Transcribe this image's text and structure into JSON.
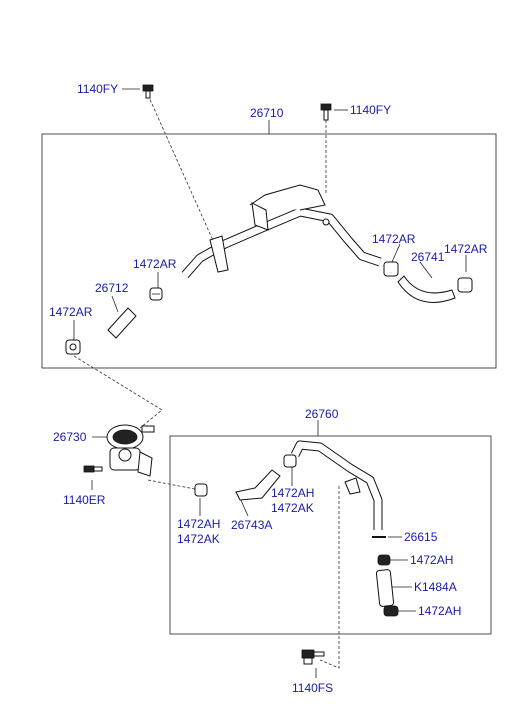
{
  "labels": {
    "p1140FY_top": "1140FY",
    "p1140FY_right": "1140FY",
    "p26710": "26710",
    "p1472AR_a": "1472AR",
    "p1472AR_b": "1472AR",
    "p1472AR_c": "1472AR",
    "p1472AR_d": "1472AR",
    "p26741": "26741",
    "p26712": "26712",
    "p26730": "26730",
    "p1140ER": "1140ER",
    "p26760": "26760",
    "p1472AH_a": "1472AH",
    "p1472AK_a": "1472AK",
    "p26743A": "26743A",
    "p1472AH_b": "1472AH",
    "p1472AK_b": "1472AK",
    "p26615": "26615",
    "p1472AH_c": "1472AH",
    "pK1484A": "K1484A",
    "p1472AH_d": "1472AH",
    "p1140FS": "1140FS"
  },
  "colors": {
    "label": "#1a1aa8",
    "line": "#222222"
  }
}
